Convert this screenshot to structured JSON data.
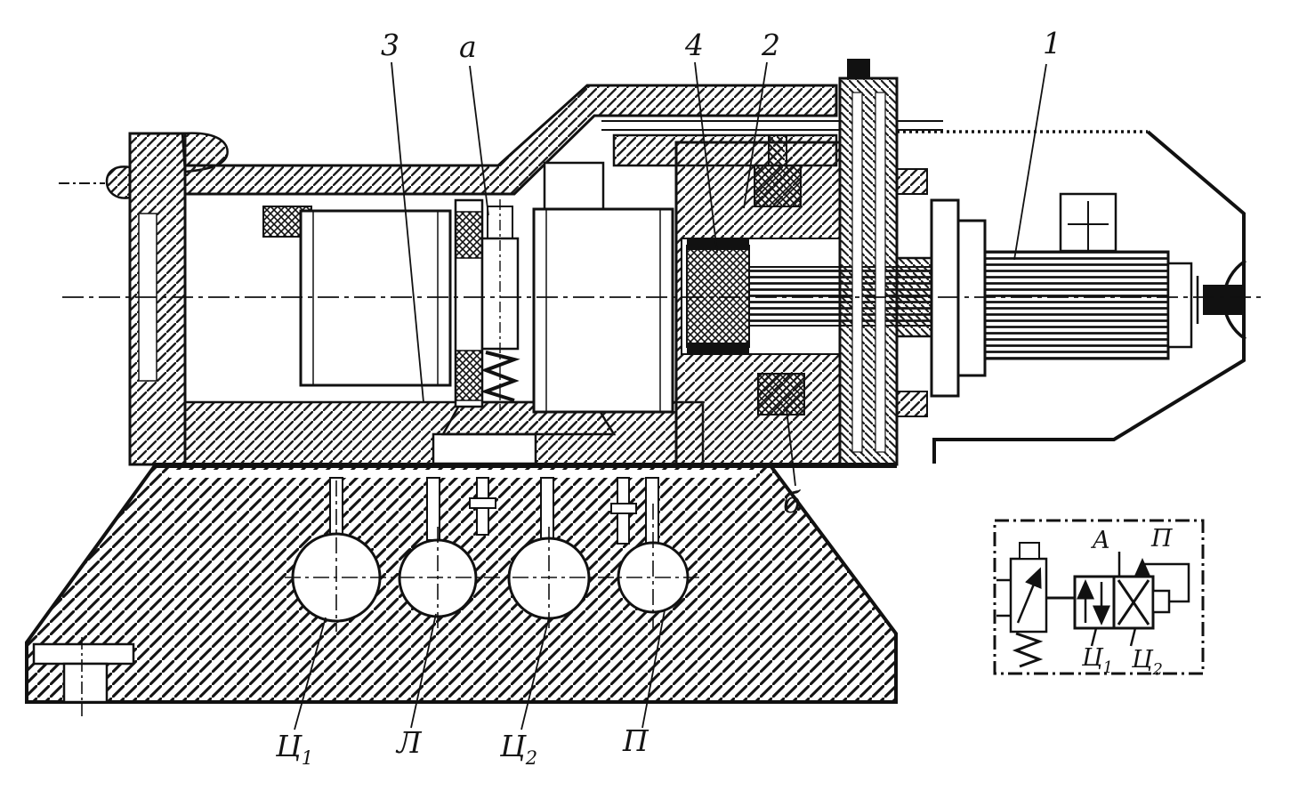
{
  "canvas": {
    "paper": "#ffffff",
    "ink": "#161616"
  },
  "callouts": {
    "top": [
      {
        "text": "3"
      },
      {
        "text": "a"
      },
      {
        "text": "4"
      },
      {
        "text": "2"
      },
      {
        "text": "1"
      }
    ],
    "middle": [
      {
        "text": "б"
      }
    ],
    "bottom": [
      {
        "text": "Ц",
        "sub": "1"
      },
      {
        "text": "Л"
      },
      {
        "text": "Ц",
        "sub": "2"
      },
      {
        "text": "П"
      }
    ]
  },
  "schematic": {
    "port_top": "A",
    "port_pressure": "П",
    "cyl1": {
      "text": "Ц",
      "sub": "1"
    },
    "cyl2": {
      "text": "Ц",
      "sub": "2"
    }
  }
}
